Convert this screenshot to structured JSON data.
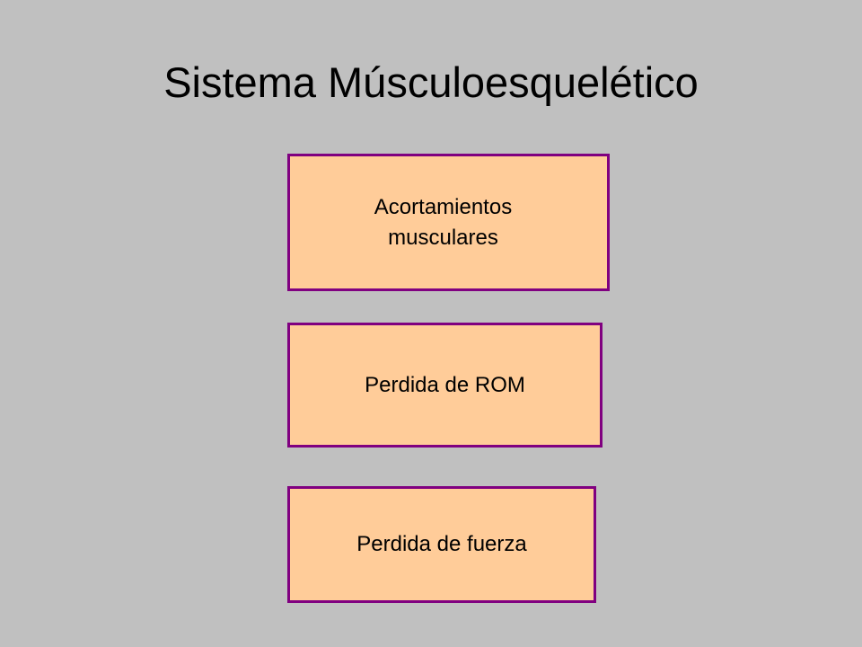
{
  "slide": {
    "title": "Sistema Músculoesquelético",
    "boxes": [
      {
        "label": "Acortamientos\nmusculares"
      },
      {
        "label": "Perdida de ROM"
      },
      {
        "label": "Perdida de fuerza"
      }
    ]
  },
  "colors": {
    "background": "#c0c0c0",
    "box_fill": "#ffcc99",
    "box_border": "#800080",
    "text": "#000000"
  }
}
